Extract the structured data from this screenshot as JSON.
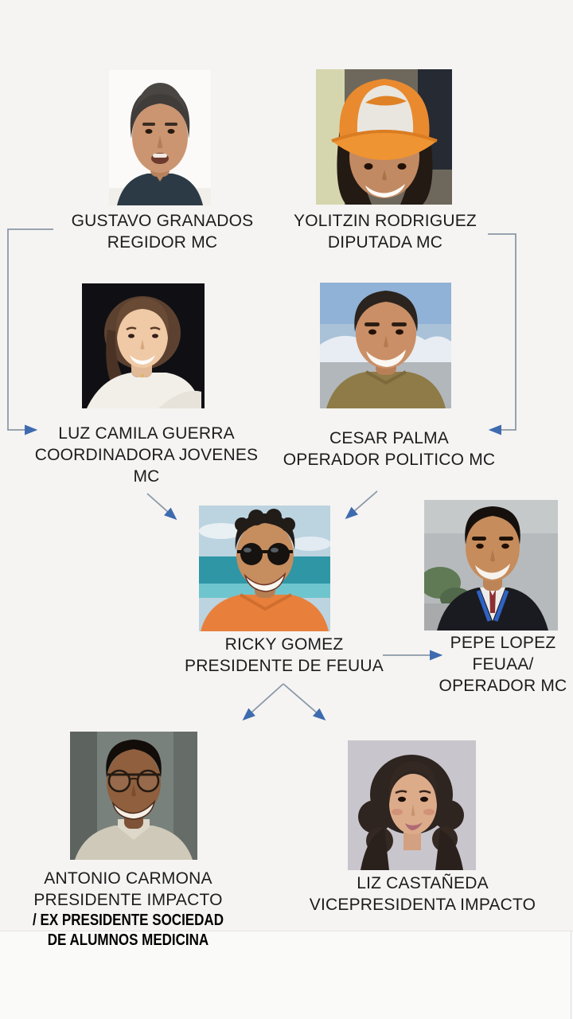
{
  "canvas": {
    "background": "#f5f4f2",
    "footer_background": "#fafaf9",
    "label_color": "#1c1c1e"
  },
  "arrows": {
    "line_color": "#8b99a8",
    "head_color": "#3e6bb0"
  },
  "brand_colors": {
    "mc_orange": "#ee8a2e"
  },
  "nodes": [
    {
      "id": "gustavo-granados",
      "lines": [
        "GUSTAVO GRANADOS",
        "REGIDOR MC"
      ]
    },
    {
      "id": "yolitzin-rodriguez",
      "lines": [
        "YOLITZIN RODRIGUEZ",
        "DIPUTADA MC"
      ]
    },
    {
      "id": "luz-camila-guerra",
      "lines": [
        "LUZ CAMILA GUERRA",
        "COORDINADORA JOVENES",
        "MC"
      ]
    },
    {
      "id": "cesar-palma",
      "lines": [
        "CESAR PALMA",
        "OPERADOR POLITICO MC"
      ]
    },
    {
      "id": "ricky-gomez",
      "lines": [
        "RICKY GOMEZ",
        "PRESIDENTE DE FEUUA"
      ]
    },
    {
      "id": "pepe-lopez",
      "lines": [
        "PEPE LOPEZ",
        "FEUAA/",
        "OPERADOR MC"
      ]
    },
    {
      "id": "antonio-carmona",
      "lines": [
        "ANTONIO CARMONA",
        "PRESIDENTE IMPACTO"
      ],
      "sub_lines": [
        "/ EX PRESIDENTE SOCIEDAD",
        "DE ALUMNOS MEDICINA"
      ]
    },
    {
      "id": "liz-castaneda",
      "lines": [
        "LIZ CASTAÑEDA",
        "VICEPRESIDENTA IMPACTO"
      ]
    }
  ],
  "connections": [
    {
      "from": "gustavo-granados",
      "to": "luz-camila-guerra"
    },
    {
      "from": "yolitzin-rodriguez",
      "to": "cesar-palma"
    },
    {
      "from": "luz-camila-guerra",
      "to": "ricky-gomez"
    },
    {
      "from": "cesar-palma",
      "to": "ricky-gomez"
    },
    {
      "from": "ricky-gomez",
      "to": "pepe-lopez"
    },
    {
      "from": "ricky-gomez",
      "to": "antonio-carmona"
    },
    {
      "from": "ricky-gomez",
      "to": "liz-castaneda"
    }
  ]
}
